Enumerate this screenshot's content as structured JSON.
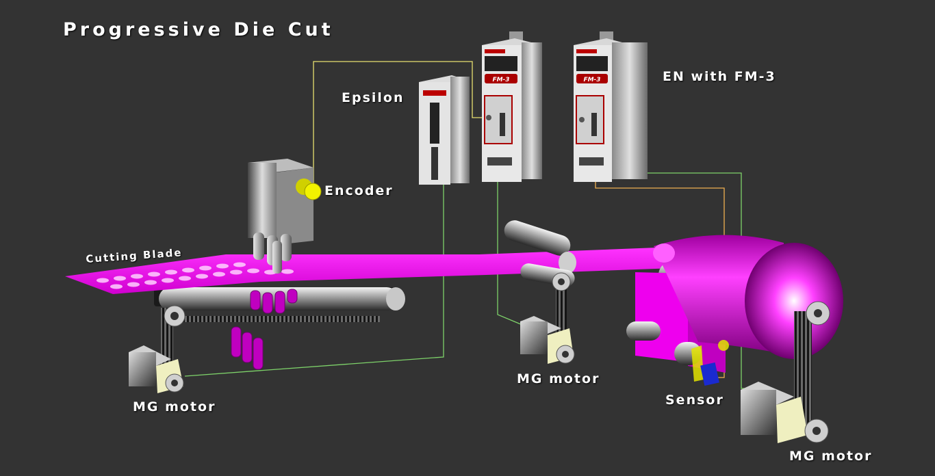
{
  "title": "Progressive Die Cut",
  "labels": {
    "epsilon": "Epsilon",
    "en_fm3": "EN with FM-3",
    "encoder": "Encoder",
    "cutting_blade": "Cutting Blade",
    "motor_left": "MG motor",
    "motor_middle": "MG motor",
    "motor_right": "MG motor",
    "sensor": "Sensor"
  },
  "drive_panel": {
    "fm_label_1": "FM-3",
    "fm_label_2": "FM-3"
  },
  "colors": {
    "background": "#333333",
    "web": "#ff00ff",
    "wire_yellow": "#e8e070",
    "wire_green": "#7ed36a",
    "wire_orange": "#f0b050",
    "encoder": "#f2f200",
    "sensor": "#1a2ad0"
  }
}
